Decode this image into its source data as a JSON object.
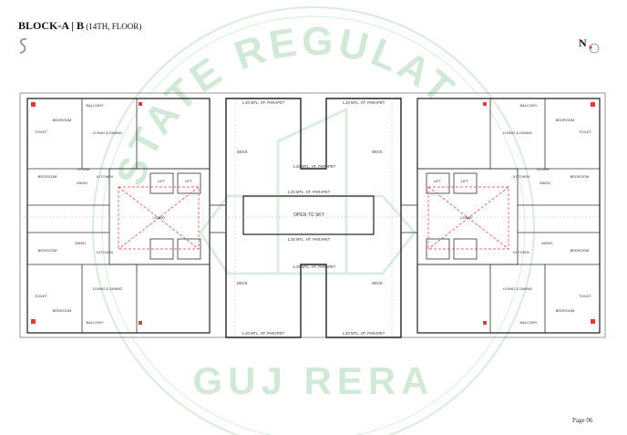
{
  "header": {
    "block": "BLOCK-A",
    "separator": " | ",
    "block_b": "B",
    "floor": " (14TH, FLOOR)"
  },
  "north_label": "N",
  "page_label": "Page 06",
  "watermark": {
    "top_text": "STATE REGULAT",
    "bottom_text": "GUJ RERA"
  },
  "plan": {
    "center_labels": {
      "open_to_sky": "OPEN TO SKY",
      "wall_top": "1.20 MTL. HT. PARAPET",
      "wall_mid_top": "1.20 MTL. HT. PARAPET",
      "wall_mid_bottom": "1.20 MTL. HT. PARAPET",
      "wall_bottom": "1.20 MTL. HT. PARAPET",
      "deck_left": "DECK",
      "deck_right": "DECK"
    },
    "rooms_left": {
      "bedroom_tl": "BEDROOM",
      "balcony_tl": "BALCONY",
      "living_tl": "LIVING & DINING",
      "toilet_tl": "TOILET",
      "kitchen_tl": "KITCHEN",
      "wash_tl": "WASH",
      "store": "STORE",
      "lift1": "LIFT",
      "lift2": "LIFT",
      "lobby": "LOBBY",
      "bedroom_bl": "BEDROOM",
      "balcony_bl": "BALCONY",
      "living_bl": "LIVING & DINING",
      "toilet_bl": "TOILET",
      "kitchen_bl": "KITCHEN",
      "wash_bl": "WASH"
    },
    "rooms_right": {
      "bedroom_tr": "BEDROOM",
      "balcony_tr": "BALCONY",
      "living_tr": "LIVING & DINING",
      "toilet_tr": "TOILET",
      "kitchen_tr": "KITCHEN",
      "wash_tr": "WASH",
      "store": "STORE",
      "lift1": "LIFT",
      "lift2": "LIFT",
      "lobby": "LOBBY",
      "bedroom_br": "BEDROOM",
      "balcony_br": "BALCONY",
      "living_br": "LIVING & DINING",
      "toilet_br": "TOILET",
      "kitchen_br": "KITCHEN",
      "wash_br": "WASH"
    }
  },
  "colors": {
    "watermark": "#d3e9d7",
    "wall": "#222222",
    "red": "#e23a3a",
    "dim": "#888888"
  }
}
